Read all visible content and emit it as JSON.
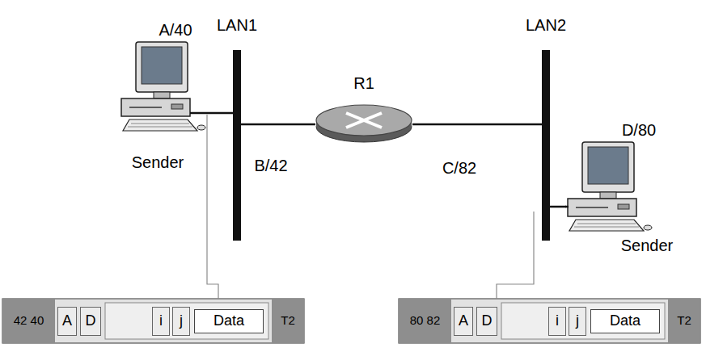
{
  "diagram": {
    "nodes": [
      {
        "text": [
          "A/40",
          "Sender"
        ]
      },
      {
        "text": [
          "LAN1"
        ]
      },
      {
        "text": [
          "R1"
        ]
      },
      {
        "text": [
          "LAN2"
        ]
      },
      {
        "text": [
          "D/80",
          "Sender"
        ]
      },
      {
        "text": [
          "42 40"
        ]
      },
      {
        "text": [
          "A"
        ]
      },
      {
        "text": [
          "D"
        ]
      },
      {
        "text": [
          "i"
        ]
      },
      {
        "text": [
          "j"
        ]
      },
      {
        "text": [
          "Data"
        ]
      },
      {
        "text": [
          "T2"
        ]
      },
      {
        "text": [
          "80 82"
        ]
      },
      {
        "text": [
          "A"
        ]
      },
      {
        "text": [
          "D"
        ]
      },
      {
        "text": [
          "i"
        ]
      },
      {
        "text": [
          "j"
        ]
      },
      {
        "text": [
          "Data"
        ]
      },
      {
        "text": [
          "T2"
        ]
      }
    ],
    "edges": [
      {
        "from": 0,
        "to": 1,
        "arrow": "none"
      },
      {
        "from": 1,
        "to": 2,
        "arrow": "none",
        "label": "B/42"
      },
      {
        "from": 2,
        "to": 3,
        "arrow": "none",
        "label": "C/82"
      },
      {
        "from": 3,
        "to": 4,
        "arrow": "none"
      }
    ]
  }
}
